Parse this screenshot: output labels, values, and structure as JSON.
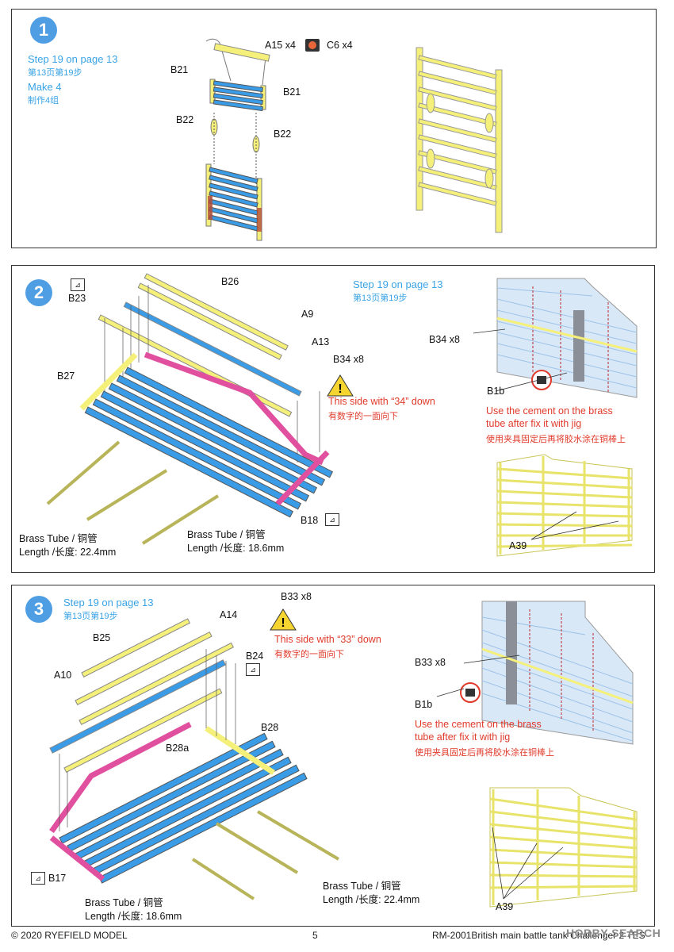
{
  "step1": {
    "number": "1",
    "ref_en": "Step 19 on page 13",
    "ref_cn": "第13页第19步",
    "make_en": "Make 4",
    "make_cn": "制作4组",
    "label_a15": "A15 x4",
    "label_c6": "C6 x4",
    "label_b21_left": "B21",
    "label_b21_right": "B21",
    "label_b22_left": "B22",
    "label_b22_right": "B22"
  },
  "step2": {
    "number": "2",
    "ref_en": "Step 19 on page 13",
    "ref_cn": "第13页第19步",
    "label_b23": "B23",
    "label_b26": "B26",
    "label_a9": "A9",
    "label_a13": "A13",
    "label_b34": "B34 x8",
    "label_b27": "B27",
    "label_b18": "B18",
    "warning_en": "This side with “34” down",
    "warning_cn": "有数字的一面向下",
    "tube1_en": "Brass Tube / 铜管",
    "tube1_len": "Length /长度: 22.4mm",
    "tube2_en": "Brass Tube / 铜管",
    "tube2_len": "Length /长度: 18.6mm",
    "side_b34": "B34 x8",
    "side_b1b": "B1b",
    "cement_en_1": "Use the cement on the brass",
    "cement_en_2": "tube after fix it with jig",
    "cement_cn": "使用夹具固定后再将胶水涂在铜棒上",
    "label_a39": "A39"
  },
  "step3": {
    "number": "3",
    "ref_en": "Step 19 on page 13",
    "ref_cn": "第13页第19步",
    "label_b33_top": "B33 x8",
    "label_a14": "A14",
    "label_b25": "B25",
    "label_a10": "A10",
    "label_b24": "B24",
    "label_b28": "B28",
    "label_b28a": "B28a",
    "label_b17": "B17",
    "warning_en": "This side with “33” down",
    "warning_cn": "有数字的一面向下",
    "tube1_en": "Brass Tube / 铜管",
    "tube1_len": "Length /长度: 18.6mm",
    "tube2_en": "Brass Tube / 铜管",
    "tube2_len": "Length /长度: 22.4mm",
    "side_b33": "B33 x8",
    "side_b1b": "B1b",
    "cement_en_1": "Use the cement on the brass",
    "cement_en_2": "tube after fix it with jig",
    "cement_cn": "使用夹具固定后再将胶水涂在铜棒上",
    "label_a39": "A39"
  },
  "footer": {
    "copyright": "© 2020 RYEFIELD MODEL",
    "page": "5",
    "product": "RM-2001British main battle tank Challenger 2 TES",
    "watermark": "HOBBY SEARCH"
  },
  "colors": {
    "yellow_part": "#f4f07a",
    "blue_part": "#3a9be6",
    "pink_part": "#e0509e",
    "step_circle": "#4f9ee3",
    "text_blue": "#39a3e6",
    "text_red": "#e03a2a"
  }
}
